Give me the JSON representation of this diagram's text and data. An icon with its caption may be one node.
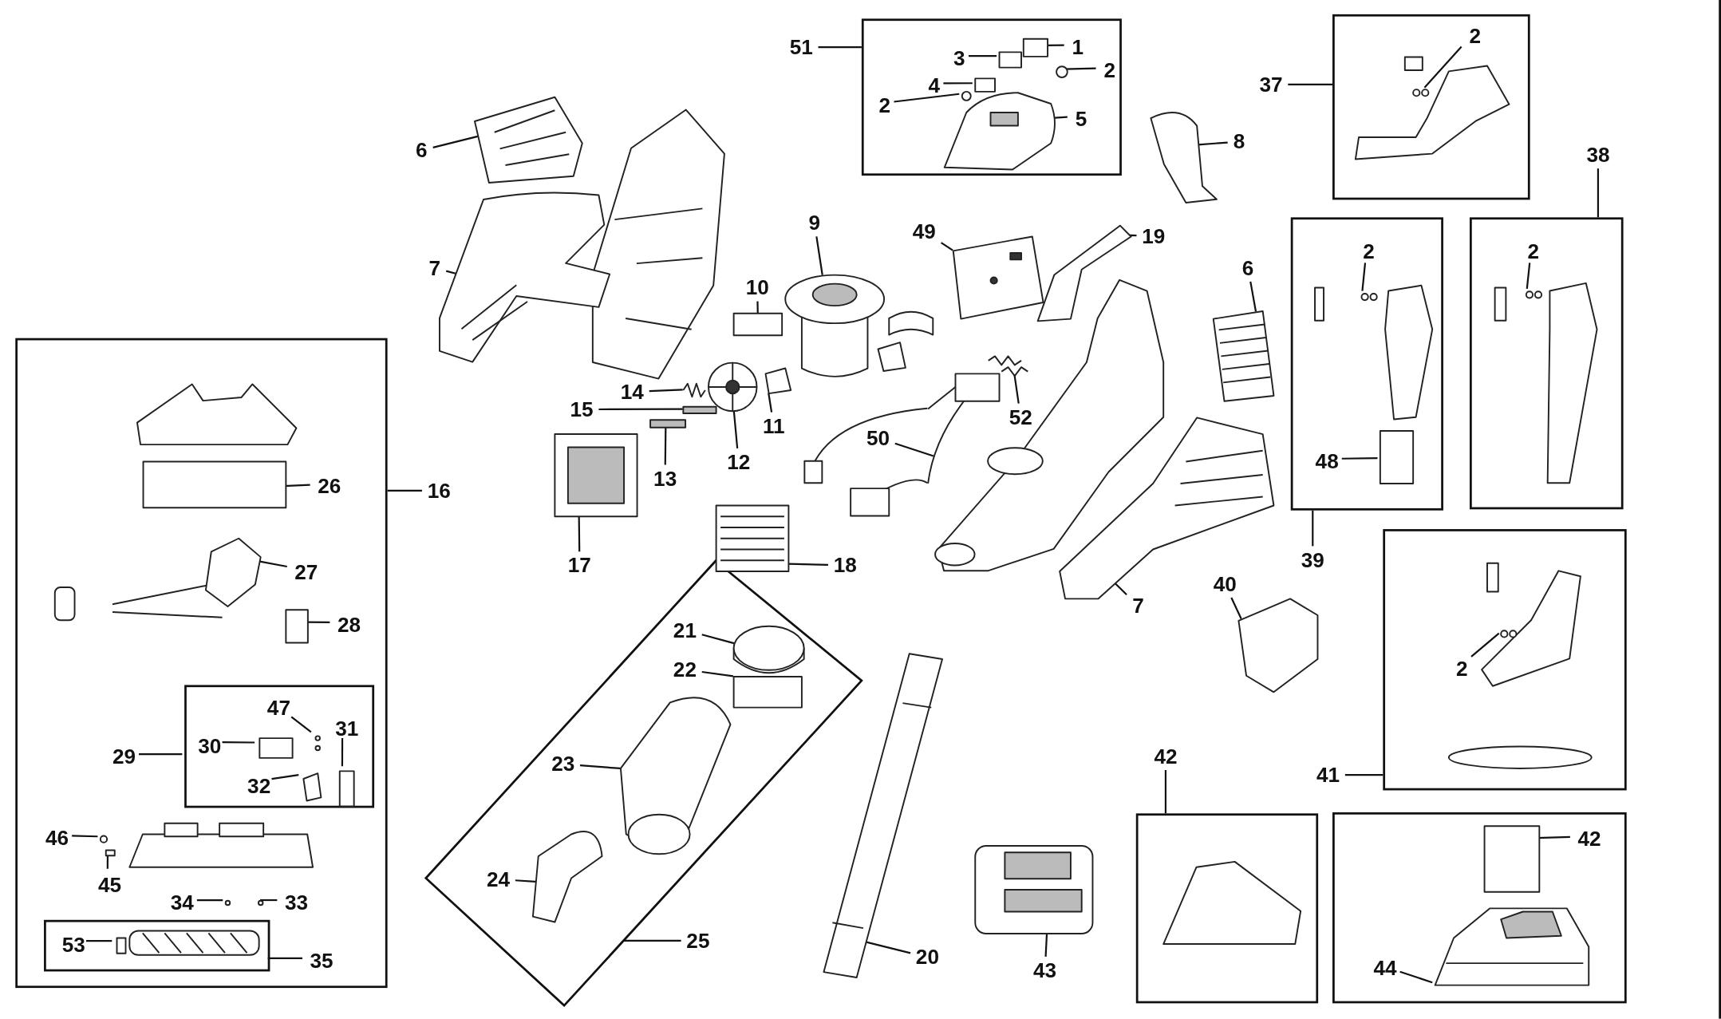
{
  "diagram": {
    "nodes": [
      {
        "text": [],
        "shape": "box"
      },
      {
        "text": [
          "1"
        ],
        "in": 0
      },
      {
        "text": [
          "3"
        ],
        "in": 0
      },
      {
        "text": [
          "2"
        ],
        "in": 0
      },
      {
        "text": [
          "4"
        ],
        "in": 0
      },
      {
        "text": [
          "2"
        ],
        "in": 0
      },
      {
        "text": [
          "5"
        ],
        "in": 0
      },
      {
        "text": [
          "51"
        ]
      },
      {
        "text": [],
        "shape": "box"
      },
      {
        "text": [
          "2"
        ],
        "in": 8
      },
      {
        "text": [
          "37"
        ]
      },
      {
        "text": [
          "6"
        ]
      },
      {
        "text": [
          "8"
        ]
      },
      {
        "text": [
          "7"
        ]
      },
      {
        "text": [
          "9"
        ]
      },
      {
        "text": [
          "49"
        ]
      },
      {
        "text": [
          "19"
        ]
      },
      {
        "text": [
          "6"
        ]
      },
      {
        "text": [],
        "shape": "box"
      },
      {
        "text": [
          "2"
        ],
        "in": 18
      },
      {
        "text": [
          "38"
        ]
      },
      {
        "text": [
          "10"
        ]
      },
      {
        "text": [],
        "shape": "box"
      },
      {
        "text": [
          "2"
        ],
        "in": 22
      },
      {
        "text": [
          "48"
        ],
        "in": 22
      },
      {
        "text": [
          "39"
        ]
      },
      {
        "text": [
          "14"
        ]
      },
      {
        "text": [
          "15"
        ]
      },
      {
        "text": [
          "11"
        ]
      },
      {
        "text": [
          "12"
        ]
      },
      {
        "text": [
          "13"
        ]
      },
      {
        "text": [
          "52"
        ]
      },
      {
        "text": [
          "50"
        ]
      },
      {
        "text": [],
        "shape": "box"
      },
      {
        "text": [
          "26"
        ],
        "in": 33
      },
      {
        "text": [
          "27"
        ],
        "in": 33
      },
      {
        "text": [
          "28"
        ],
        "in": 33
      },
      {
        "text": [],
        "shape": "box",
        "in": 33
      },
      {
        "text": [
          "47"
        ],
        "in": 37
      },
      {
        "text": [
          "30"
        ],
        "in": 37
      },
      {
        "text": [
          "31"
        ],
        "in": 37
      },
      {
        "text": [
          "32"
        ],
        "in": 37
      },
      {
        "text": [
          "29"
        ],
        "in": 33
      },
      {
        "text": [
          "46"
        ],
        "in": 33
      },
      {
        "text": [
          "45"
        ],
        "in": 33
      },
      {
        "text": [
          "34"
        ],
        "in": 33
      },
      {
        "text": [
          "33"
        ],
        "in": 33
      },
      {
        "text": [],
        "shape": "box",
        "in": 33
      },
      {
        "text": [
          "53"
        ],
        "in": 47
      },
      {
        "text": [
          "35"
        ],
        "in": 33
      },
      {
        "text": [
          "16"
        ]
      },
      {
        "text": [
          "17"
        ]
      },
      {
        "text": [
          "18"
        ]
      },
      {
        "text": [
          "7"
        ]
      },
      {
        "text": [
          "40"
        ]
      },
      {
        "text": [],
        "shape": "box"
      },
      {
        "text": [
          "2"
        ],
        "in": 55
      },
      {
        "text": [
          "41"
        ]
      },
      {
        "text": [],
        "shape": "box"
      },
      {
        "text": [
          "21"
        ],
        "in": 58
      },
      {
        "text": [
          "22"
        ],
        "in": 58
      },
      {
        "text": [
          "23"
        ],
        "in": 58
      },
      {
        "text": [
          "24"
        ],
        "in": 58
      },
      {
        "text": [
          "25"
        ]
      },
      {
        "text": [
          "20"
        ]
      },
      {
        "text": [
          "43"
        ]
      },
      {
        "text": [
          "42"
        ]
      },
      {
        "text": [],
        "shape": "box"
      },
      {
        "text": [],
        "shape": "box"
      },
      {
        "text": [
          "42"
        ],
        "in": 68
      },
      {
        "text": [
          "44"
        ],
        "in": 68
      },
      {
        "text": [],
        "shape": "box",
        "in": 0
      },
      {
        "text": [],
        "shape": "box",
        "in": 0
      },
      {
        "text": [],
        "shape": "circle",
        "in": 0
      },
      {
        "text": [],
        "shape": "box",
        "in": 0
      },
      {
        "text": [],
        "shape": "circle",
        "in": 0
      },
      {
        "text": [],
        "shape": "picture",
        "in": 0
      },
      {
        "text": [],
        "shape": "picture",
        "in": 8
      },
      {
        "text": [],
        "shape": "picture"
      },
      {
        "text": [],
        "shape": "picture"
      },
      {
        "text": [],
        "shape": "picture"
      },
      {
        "text": [],
        "shape": "picture"
      },
      {
        "text": [],
        "shape": "picture"
      },
      {
        "text": [],
        "shape": "picture"
      },
      {
        "text": [],
        "shape": "picture"
      },
      {
        "text": [],
        "shape": "picture",
        "in": 18
      },
      {
        "text": [],
        "shape": "box"
      },
      {
        "text": [],
        "shape": "picture",
        "in": 22
      },
      {
        "text": [],
        "shape": "box",
        "in": 22
      },
      {
        "text": [],
        "shape": "picture"
      },
      {
        "text": [],
        "shape": "bar"
      },
      {
        "text": [],
        "shape": "picture"
      },
      {
        "text": [],
        "shape": "picture"
      },
      {
        "text": [],
        "shape": "bar"
      },
      {
        "text": [],
        "shape": "picture"
      },
      {
        "text": [],
        "shape": "picture"
      },
      {
        "text": [],
        "shape": "box",
        "in": 33
      },
      {
        "text": [],
        "shape": "picture",
        "in": 33
      },
      {
        "text": [],
        "shape": "box",
        "in": 33
      },
      {
        "text": [],
        "shape": "picture",
        "in": 37
      },
      {
        "text": [],
        "shape": "box",
        "in": 37
      },
      {
        "text": [],
        "shape": "box",
        "in": 37
      },
      {
        "text": [],
        "shape": "picture",
        "in": 37
      },
      {
        "text": [],
        "shape": "circle",
        "in": 33
      },
      {
        "text": [],
        "shape": "box",
        "in": 33
      },
      {
        "text": [],
        "shape": "circle",
        "in": 33
      },
      {
        "text": [],
        "shape": "picture",
        "in": 33
      },
      {
        "text": [],
        "shape": "box",
        "in": 47
      },
      {
        "text": [],
        "shape": "picture"
      },
      {
        "text": [],
        "shape": "picture"
      },
      {
        "text": [],
        "shape": "picture"
      },
      {
        "text": [],
        "shape": "picture"
      },
      {
        "text": [],
        "shape": "picture",
        "in": 55
      },
      {
        "text": [],
        "shape": "picture",
        "in": 58
      },
      {
        "text": [],
        "shape": "box",
        "in": 58
      },
      {
        "text": [],
        "shape": "picture",
        "in": 58
      },
      {
        "text": [],
        "shape": "picture",
        "in": 58
      },
      {
        "text": [],
        "shape": "picture"
      },
      {
        "text": [],
        "shape": "picture"
      },
      {
        "text": [],
        "shape": "box",
        "in": 68
      },
      {
        "text": [],
        "shape": "picture",
        "in": 68
      }
    ],
    "edges": [
      {
        "from": 1,
        "to": 71,
        "arrow": "none"
      },
      {
        "from": 2,
        "to": 72,
        "arrow": "none"
      },
      {
        "from": 3,
        "to": 73,
        "arrow": "none"
      },
      {
        "from": 4,
        "to": 74,
        "arrow": "none"
      },
      {
        "from": 5,
        "to": 75,
        "arrow": "none"
      },
      {
        "from": 6,
        "to": 76,
        "arrow": "none"
      },
      {
        "from": 7,
        "to": 0,
        "arrow": "none"
      },
      {
        "from": 9,
        "to": 77,
        "arrow": "none"
      },
      {
        "from": 10,
        "to": 8,
        "arrow": "none"
      },
      {
        "from": 11,
        "to": 78,
        "arrow": "none"
      },
      {
        "from": 12,
        "to": 79,
        "arrow": "none"
      },
      {
        "from": 13,
        "to": 80,
        "arrow": "none"
      },
      {
        "from": 14,
        "to": 81,
        "arrow": "none"
      },
      {
        "from": 15,
        "to": 82,
        "arrow": "none"
      },
      {
        "from": 16,
        "to": 83,
        "arrow": "none"
      },
      {
        "from": 17,
        "to": 84,
        "arrow": "none"
      },
      {
        "from": 19,
        "to": 85,
        "arrow": "none"
      },
      {
        "from": 20,
        "to": 18,
        "arrow": "none"
      },
      {
        "from": 21,
        "to": 86,
        "arrow": "none"
      },
      {
        "from": 23,
        "to": 87,
        "arrow": "none"
      },
      {
        "from": 24,
        "to": 88,
        "arrow": "none"
      },
      {
        "from": 25,
        "to": 22,
        "arrow": "none"
      },
      {
        "from": 26,
        "to": 89,
        "arrow": "none"
      },
      {
        "from": 27,
        "to": 90,
        "arrow": "none"
      },
      {
        "from": 28,
        "to": 91,
        "arrow": "none"
      },
      {
        "from": 29,
        "to": 92,
        "arrow": "none"
      },
      {
        "from": 30,
        "to": 93,
        "arrow": "none"
      },
      {
        "from": 31,
        "to": 94,
        "arrow": "none"
      },
      {
        "from": 32,
        "to": 95,
        "arrow": "none"
      },
      {
        "from": 34,
        "to": 96,
        "arrow": "none"
      },
      {
        "from": 35,
        "to": 97,
        "arrow": "none"
      },
      {
        "from": 36,
        "to": 98,
        "arrow": "none"
      },
      {
        "from": 38,
        "to": 99,
        "arrow": "none"
      },
      {
        "from": 39,
        "to": 100,
        "arrow": "none"
      },
      {
        "from": 40,
        "to": 101,
        "arrow": "none"
      },
      {
        "from": 41,
        "to": 102,
        "arrow": "none"
      },
      {
        "from": 42,
        "to": 37,
        "arrow": "none"
      },
      {
        "from": 43,
        "to": 103,
        "arrow": "none"
      },
      {
        "from": 44,
        "to": 104,
        "arrow": "none"
      },
      {
        "from": 45,
        "to": 105,
        "arrow": "none"
      },
      {
        "from": 46,
        "to": 106,
        "arrow": "none"
      },
      {
        "from": 48,
        "to": 107,
        "arrow": "none"
      },
      {
        "from": 49,
        "to": 47,
        "arrow": "none"
      },
      {
        "from": 50,
        "to": 33,
        "arrow": "none"
      },
      {
        "from": 51,
        "to": 108,
        "arrow": "none"
      },
      {
        "from": 52,
        "to": 109,
        "arrow": "none"
      },
      {
        "from": 53,
        "to": 110,
        "arrow": "none"
      },
      {
        "from": 54,
        "to": 111,
        "arrow": "none"
      },
      {
        "from": 56,
        "to": 112,
        "arrow": "none"
      },
      {
        "from": 57,
        "to": 55,
        "arrow": "none"
      },
      {
        "from": 59,
        "to": 113,
        "arrow": "none"
      },
      {
        "from": 60,
        "to": 114,
        "arrow": "none"
      },
      {
        "from": 61,
        "to": 115,
        "arrow": "none"
      },
      {
        "from": 62,
        "to": 116,
        "arrow": "none"
      },
      {
        "from": 63,
        "to": 58,
        "arrow": "none"
      },
      {
        "from": 64,
        "to": 117,
        "arrow": "none"
      },
      {
        "from": 65,
        "to": 118,
        "arrow": "none"
      },
      {
        "from": 66,
        "to": 67,
        "arrow": "none"
      },
      {
        "from": 69,
        "to": 119,
        "arrow": "none"
      },
      {
        "from": 70,
        "to": 120,
        "arrow": "none"
      }
    ]
  }
}
